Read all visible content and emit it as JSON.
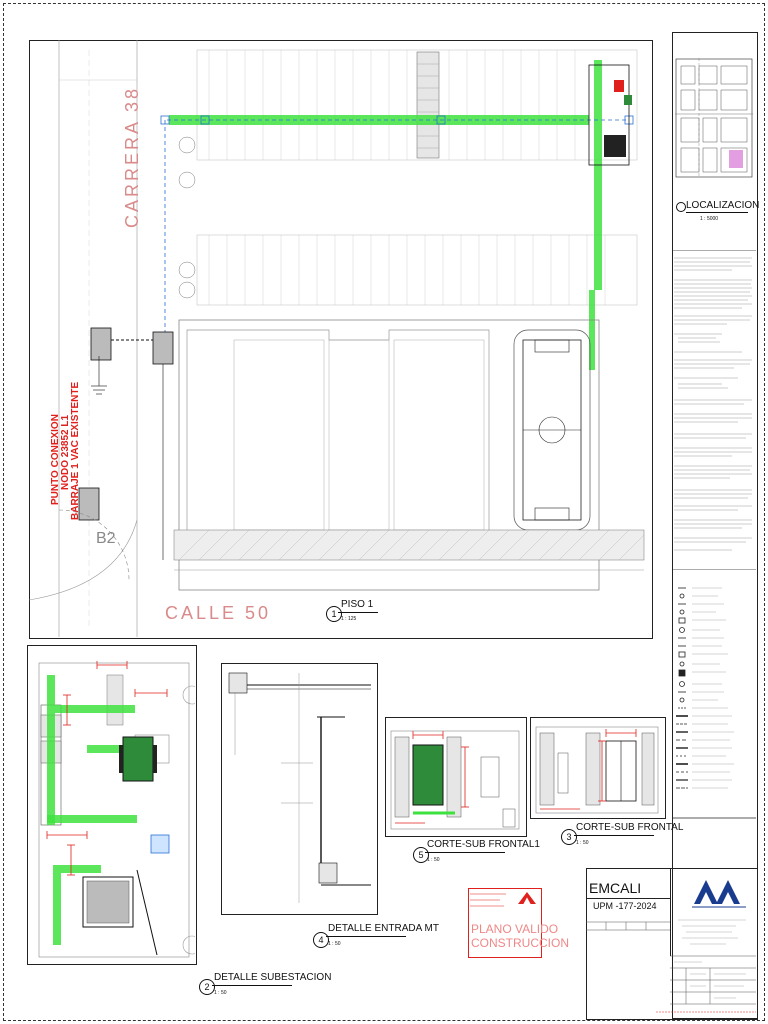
{
  "plan": {
    "street_carrera": "CARRERA 38",
    "street_calle": "CALLE 50",
    "punto_conexion": [
      "PUNTO CONEXION",
      "NODO 23852 L1",
      "BARRAJE 1 VAC EXISTENTE"
    ],
    "zone_b2": "B2"
  },
  "views": {
    "piso1": {
      "number": "1",
      "title": "PISO 1",
      "scale": "1 : 125"
    },
    "subestacion": {
      "number": "2",
      "title": "DETALLE SUBESTACION",
      "scale": "1 : 50"
    },
    "corte_frontal": {
      "number": "3",
      "title": "CORTE-SUB FRONTAL",
      "scale": "1 : 50"
    },
    "entrada_mt": {
      "number": "4",
      "title": "DETALLE ENTRADA MT",
      "scale": "1 : 50"
    },
    "corte_frontal1": {
      "number": "5",
      "title": "CORTE-SUB FRONTAL1",
      "scale": "1 : 50"
    },
    "localizacion": {
      "title": "LOCALIZACION",
      "scale": "1 : 5000"
    }
  },
  "stamp": {
    "line1": "PLANO VALIDO",
    "line2": "CONSTRUCCION"
  },
  "title_block": {
    "company": "EMCALI",
    "code": "UPM -177-2024"
  },
  "colors": {
    "route": "#3ee23e",
    "dimension": "#e0201c",
    "conduit": "#2a6fd6",
    "transformer": "#2e8b3a",
    "ink": "#111111"
  },
  "icons": {
    "logo": "amv-logo-icon",
    "north": "north-arrow-icon"
  }
}
